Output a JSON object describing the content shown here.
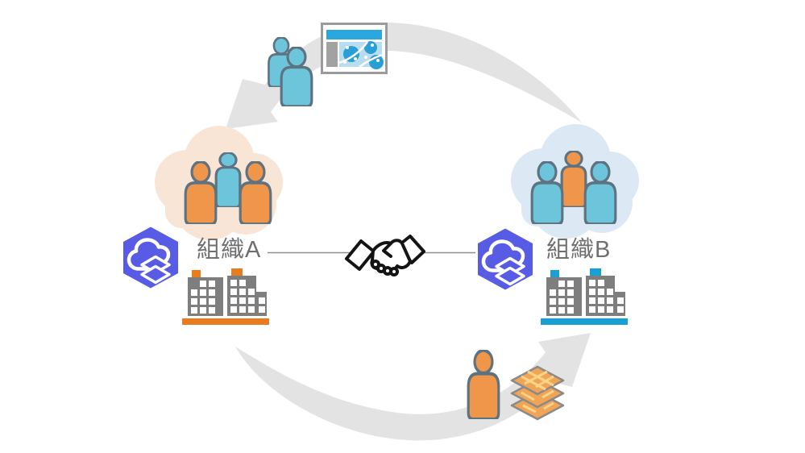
{
  "diagram": {
    "org_a": {
      "label": "組織A",
      "accent": "#e87d1e"
    },
    "org_b": {
      "label": "組織B",
      "accent": "#17a0d4"
    }
  },
  "colors": {
    "background": "#ffffff",
    "cycle_arrow_gray": "#e3e3e3",
    "figure_outline": "#5e7280",
    "figure_teal": "#6cc5db",
    "figure_orange": "#f0964a",
    "cloud_peach": "#f9e5d5",
    "cloud_blue": "#dce9f5",
    "arcgis_hexagon_purple": "#585be4",
    "building_gray": "#7e7e7e",
    "accent_orange": "#e87d1e",
    "accent_blue": "#17a0d4",
    "label_text": "#6f6f6f",
    "connector_line": "#8f8f8f",
    "handshake_ink": "#141414",
    "map_header_blue": "#2aa7dc",
    "map_area_light_blue": "#b8ddee",
    "map_blob_blue": "#2a9fd6",
    "map_sidebar_gray": "#a2a2a2",
    "layer_tile_fill": "#f0a455",
    "layer_tile_stroke": "#8a8a8a",
    "layer_road_yellow": "#fbd489"
  },
  "icon_names": [
    "cycle-arrow-top-icon",
    "cycle-arrow-bottom-icon",
    "map-app-icon",
    "users-pair-icon",
    "cloud-peach-shape",
    "cloud-blue-shape",
    "org-a-users-icon",
    "org-b-users-icon",
    "arcgis-online-hexagon-icon",
    "buildings-icon",
    "handshake-icon",
    "person-icon",
    "map-layers-stack-icon"
  ]
}
